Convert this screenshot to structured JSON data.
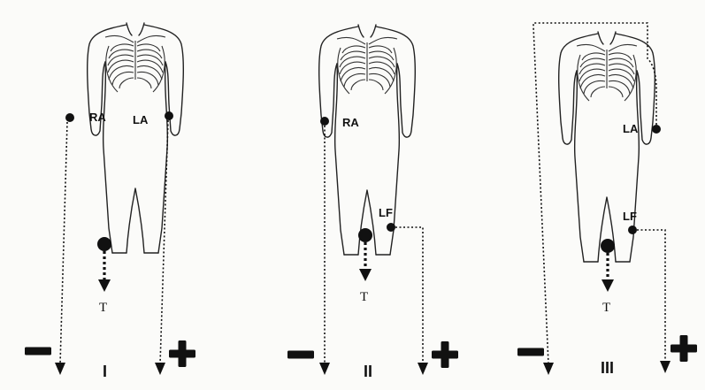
{
  "panels": [
    {
      "lead_name": "I",
      "electrode_labels": {
        "right_arm": "RA",
        "left_arm": "LA"
      },
      "ground_label": "T",
      "negative_sign": "minus",
      "positive_sign": "plus"
    },
    {
      "lead_name": "II",
      "electrode_labels": {
        "right_arm": "RA",
        "left_foot": "LF"
      },
      "ground_label": "T",
      "negative_sign": "minus",
      "positive_sign": "plus"
    },
    {
      "lead_name": "III",
      "electrode_labels": {
        "left_arm": "LA",
        "left_foot": "LF"
      },
      "ground_label": "T",
      "negative_sign": "minus",
      "positive_sign": "plus"
    }
  ],
  "colors": {
    "ink": "#111111",
    "paper": "#fbfbf9"
  }
}
